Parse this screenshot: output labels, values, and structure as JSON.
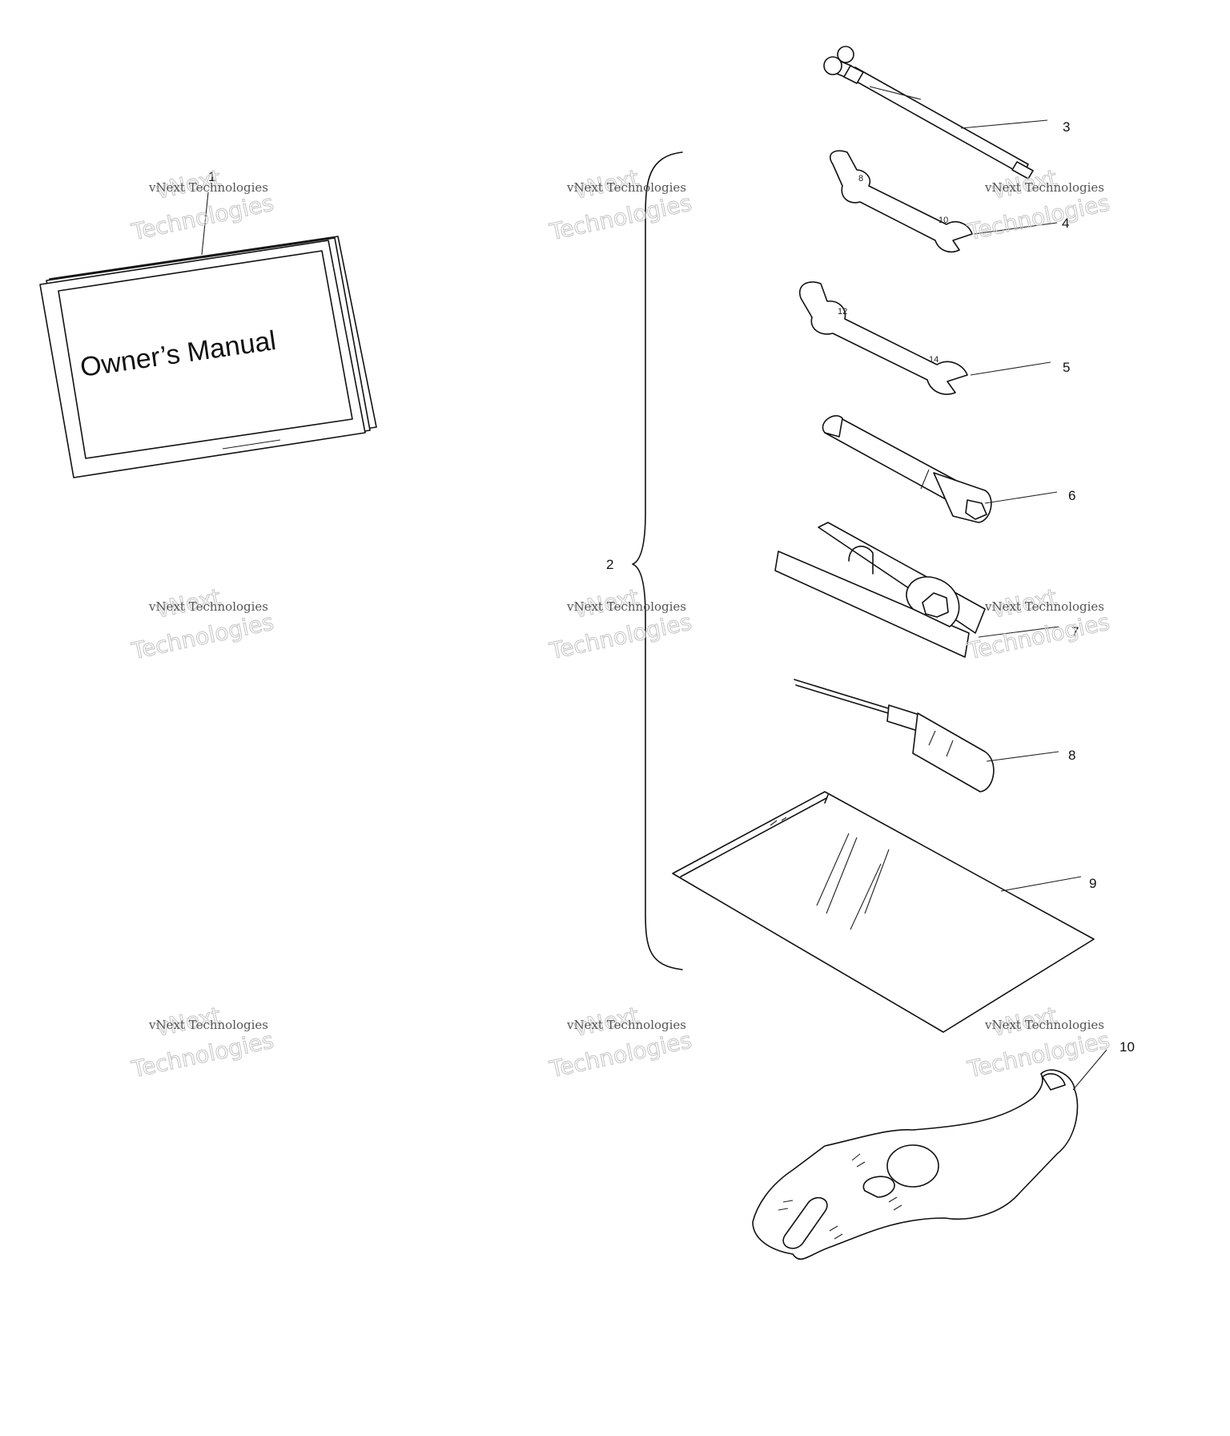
{
  "manual": {
    "cover_text": "Owner’s Manual"
  },
  "callouts": [
    {
      "id": "1",
      "label": "1"
    },
    {
      "id": "2",
      "label": "2"
    },
    {
      "id": "3",
      "label": "3"
    },
    {
      "id": "4",
      "label": "4"
    },
    {
      "id": "5",
      "label": "5"
    },
    {
      "id": "6",
      "label": "6"
    },
    {
      "id": "7",
      "label": "7"
    },
    {
      "id": "8",
      "label": "8"
    },
    {
      "id": "9",
      "label": "9"
    },
    {
      "id": "10",
      "label": "10"
    }
  ],
  "watermark": {
    "line1": "vNext",
    "line2": "vNext Technologies",
    "line3": "Technologies"
  }
}
